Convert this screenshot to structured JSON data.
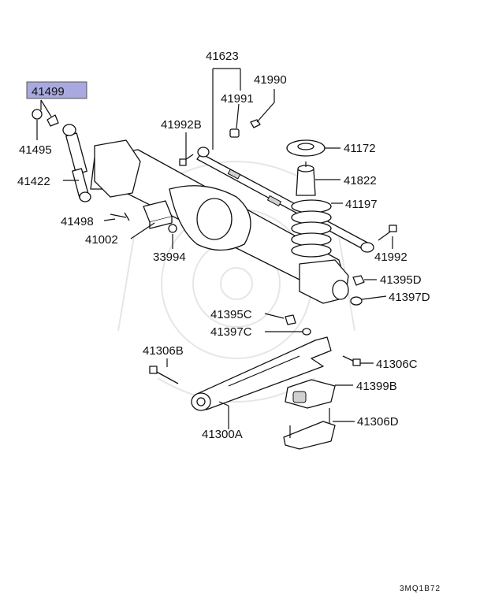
{
  "highlight_color": "#a9a9e0",
  "labels": {
    "p41499": "41499",
    "p41495": "41495",
    "p41422": "41422",
    "p41498": "41498",
    "p41002": "41002",
    "p33994": "33994",
    "p41623": "41623",
    "p41991": "41991",
    "p41990": "41990",
    "p41992b": "41992B",
    "p41172": "41172",
    "p41822": "41822",
    "p41197": "41197",
    "p41992": "41992",
    "p41395d": "41395D",
    "p41397d": "41397D",
    "p41395c": "41395C",
    "p41397c": "41397C",
    "p41306b": "41306B",
    "p41306c": "41306C",
    "p41399b": "41399B",
    "p41300a": "41300A",
    "p41306d": "41306D"
  },
  "diagram_code": "3MQ1B72"
}
